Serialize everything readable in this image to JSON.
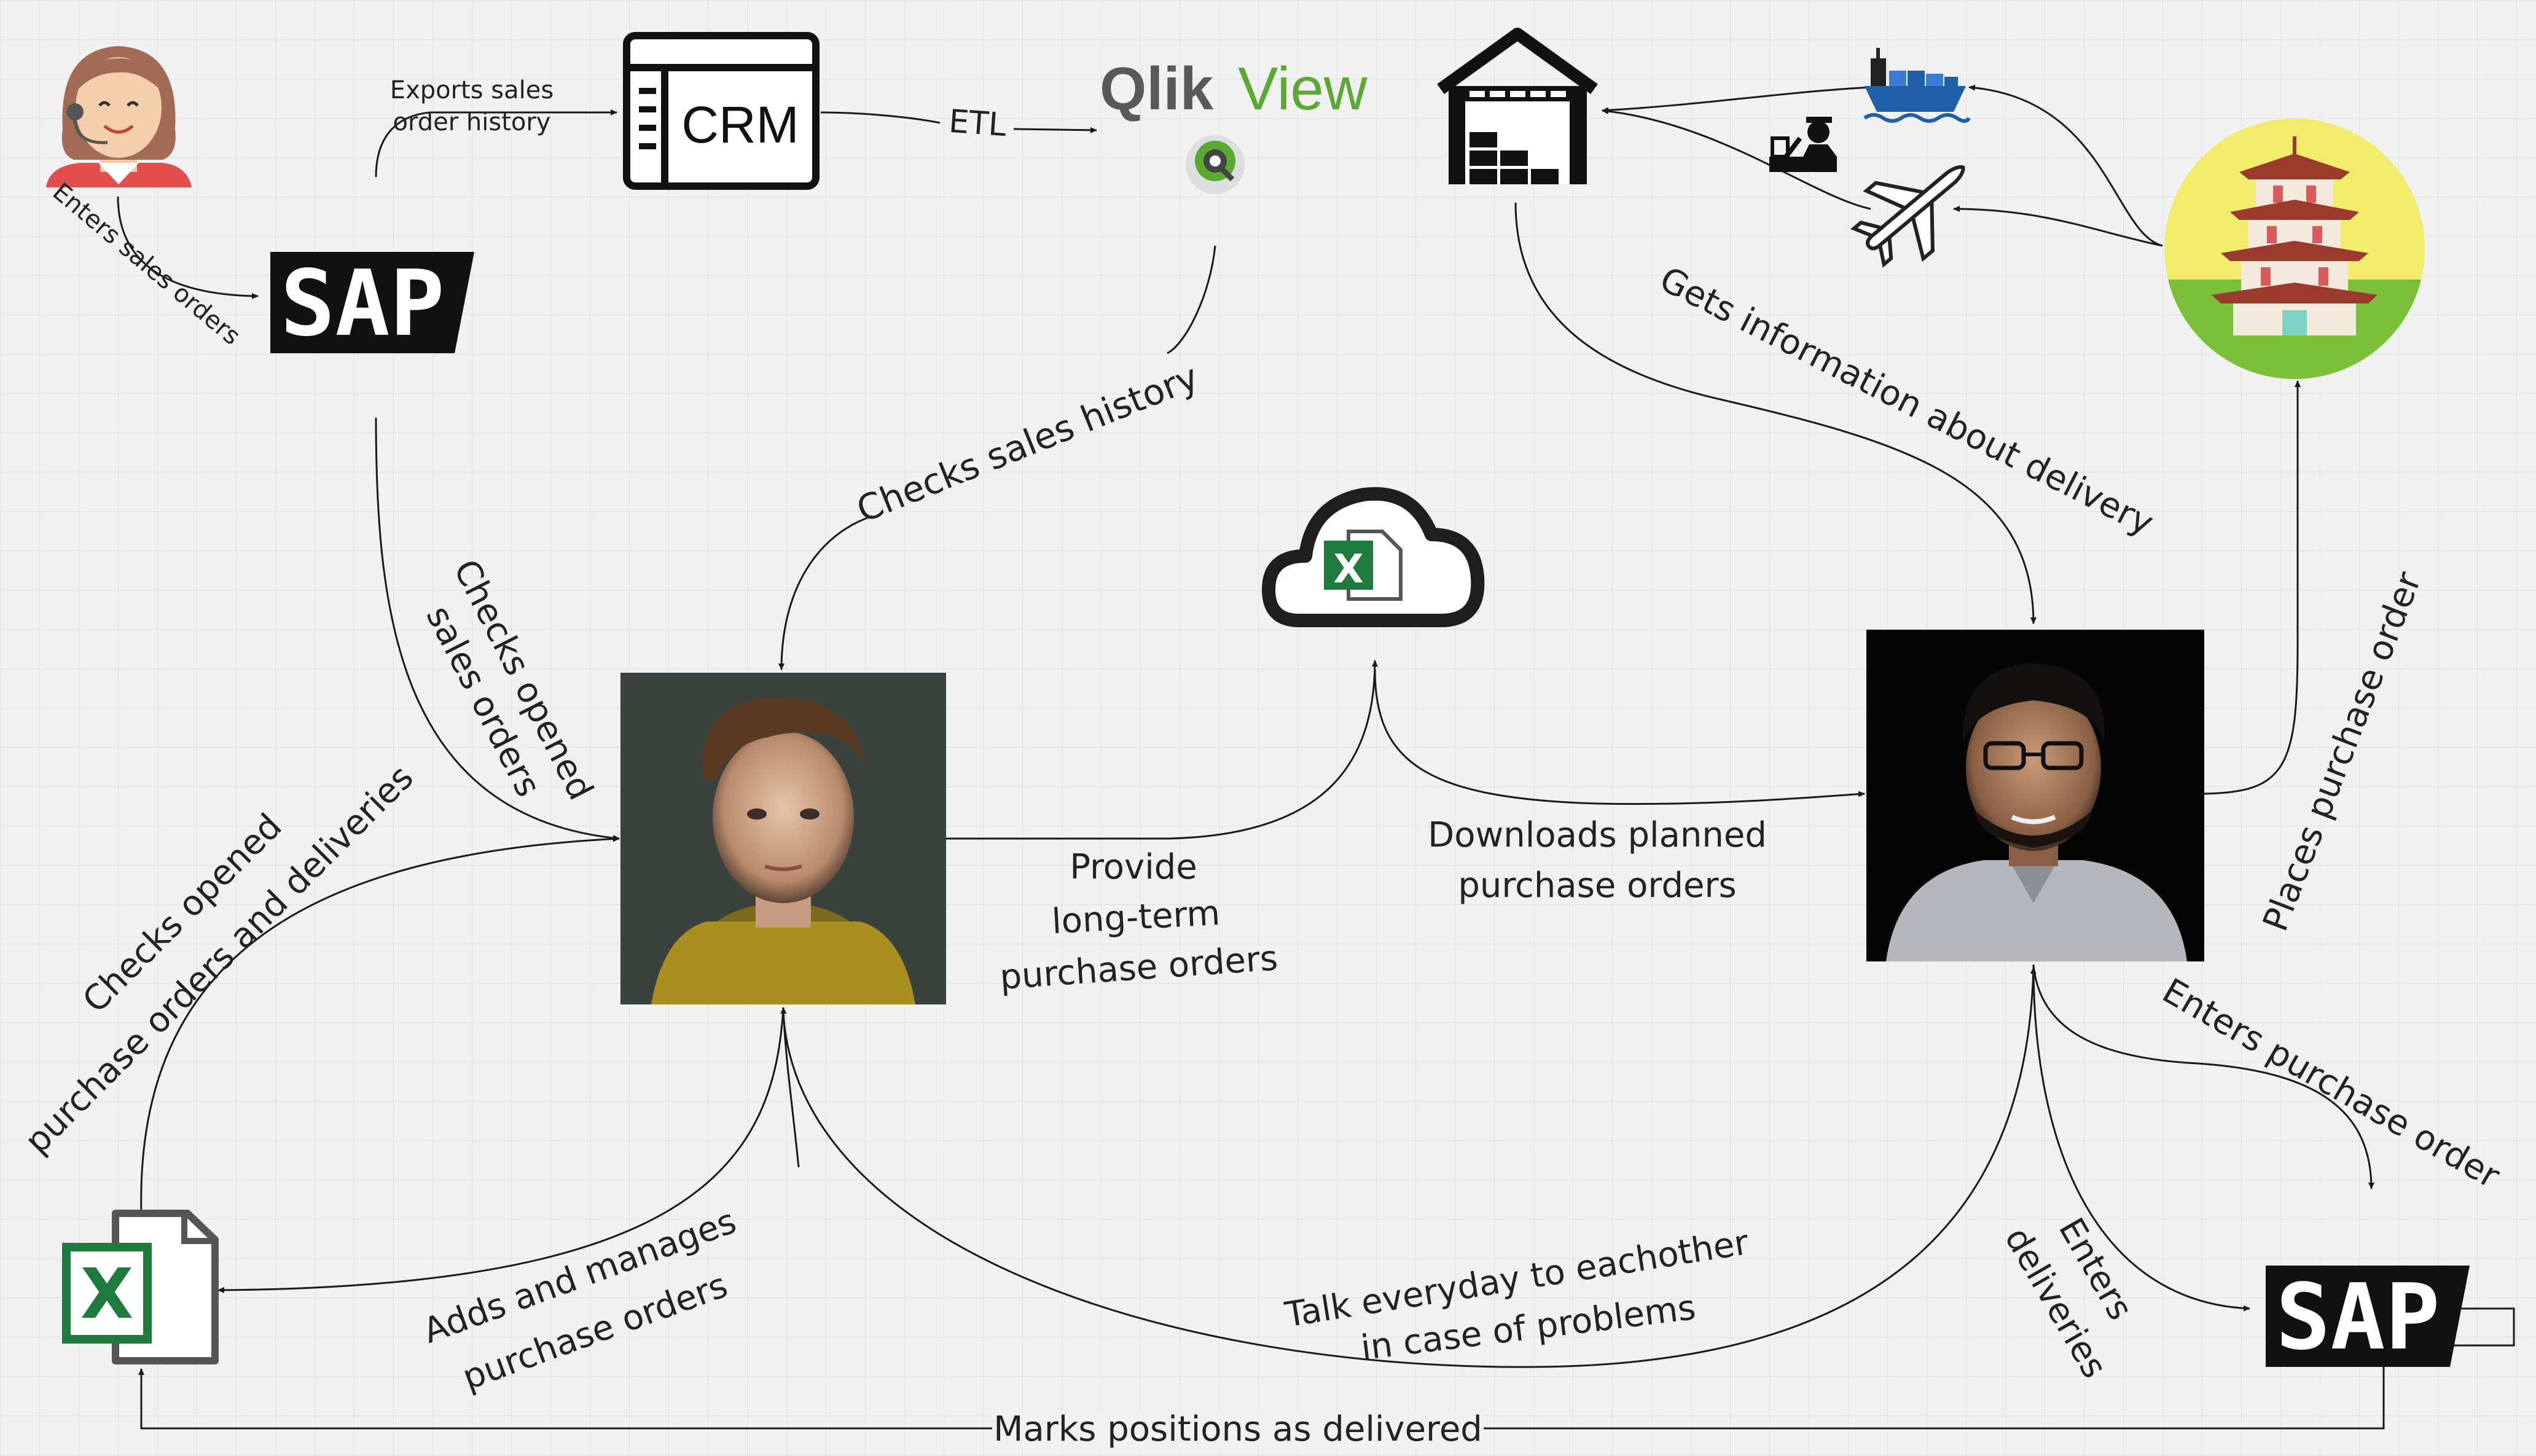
{
  "colors": {
    "excel_green": "#1f7a3d",
    "qlik_green": "#5aa932",
    "qlik_gray": "#595959",
    "pagoda_bg_top": "#f2ec6c",
    "pagoda_bg_bottom": "#7cbf3b",
    "pagoda_roof": "#9a3b2e",
    "ship_blue": "#1e5fa8"
  },
  "nodes": {
    "crm": {
      "label": "CRM",
      "icon": "crm-window-icon"
    },
    "qlikview": {
      "label_a": "Qlik",
      "label_b": "View",
      "icon": "qlikview-logo"
    },
    "sap_left": {
      "label": "SAP",
      "icon": "sap-logo"
    },
    "sap_right": {
      "label": "SAP",
      "icon": "sap-logo"
    },
    "warehouse": {
      "icon": "warehouse-icon"
    },
    "cloud_excel": {
      "icon": "cloud-excel-icon",
      "letter": "X"
    },
    "excel_file": {
      "icon": "excel-file-icon",
      "letter": "X"
    },
    "ship": {
      "icon": "cargo-ship-icon"
    },
    "plane": {
      "icon": "airplane-icon"
    },
    "customs": {
      "icon": "customs-officer-icon"
    },
    "supplier": {
      "icon": "pagoda-icon"
    },
    "sales_agent": {
      "icon": "sales-agent-avatar"
    },
    "planner": {
      "icon": "planner-photo"
    },
    "buyer": {
      "icon": "buyer-photo"
    }
  },
  "edges": {
    "exports_1": "Exports sales",
    "exports_2": "order history",
    "etl": "ETL",
    "enters_sales_orders": "Enters sales orders",
    "checks_sales_history": "Checks sales history",
    "checks_opened_so_1": "Checks opened",
    "checks_opened_so_2": "sales orders",
    "checks_opened_po_1": "Checks opened",
    "checks_opened_po_2": "purchase orders and deliveries",
    "gets_info_delivery": "Gets information about delivery",
    "provide_1": "Provide",
    "provide_2": "long-term",
    "provide_3": "purchase orders",
    "downloads_1": "Downloads planned",
    "downloads_2": "purchase  orders",
    "places_po": "Places purchase order",
    "enters_po": "Enters purchase order",
    "enters_del_1": "Enters",
    "enters_del_2": "deliveries",
    "adds_1": "Adds and manages",
    "adds_2": "purchase orders",
    "talk_1": "Talk everyday to eachother",
    "talk_2": "in case of problems",
    "marks": "Marks positions as delivered"
  }
}
